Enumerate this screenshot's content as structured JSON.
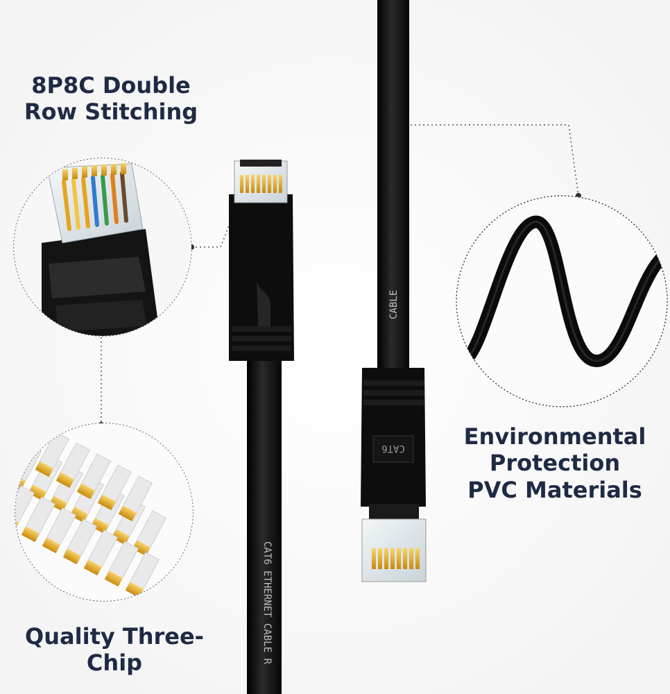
{
  "callouts": {
    "connector": {
      "line1": "8P8C Double",
      "line2": "Row Stitching"
    },
    "material": {
      "line1": "Environmental",
      "line2": "Protection",
      "line3": "PVC Materials"
    },
    "chip": {
      "text": "Quality Three-Chip"
    }
  },
  "cable_prints": {
    "jacket_left": "CAT6 ETHERNET CABLE R",
    "jacket_right": "CABLE",
    "boot_right": "CAT6"
  },
  "colors": {
    "text": "#1f2a44",
    "cable": "#0b0b0b",
    "gold": "#e0a81c",
    "dotted_line": "#555555"
  }
}
